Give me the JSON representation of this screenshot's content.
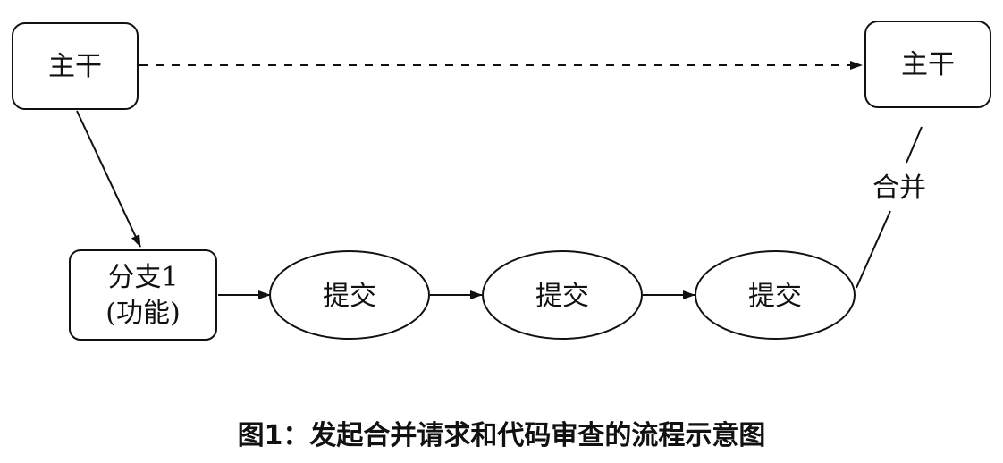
{
  "diagram": {
    "nodes": {
      "trunk_start": "主干",
      "trunk_end": "主干",
      "branch_line1": "分支1",
      "branch_line2": "(功能)",
      "commit_1": "提交",
      "commit_2": "提交",
      "commit_3": "提交"
    },
    "edge_labels": {
      "merge": "合并"
    }
  },
  "caption": "图1：发起合并请求和代码审查的流程示意图",
  "colors": {
    "stroke": "#111111",
    "background": "#ffffff"
  }
}
